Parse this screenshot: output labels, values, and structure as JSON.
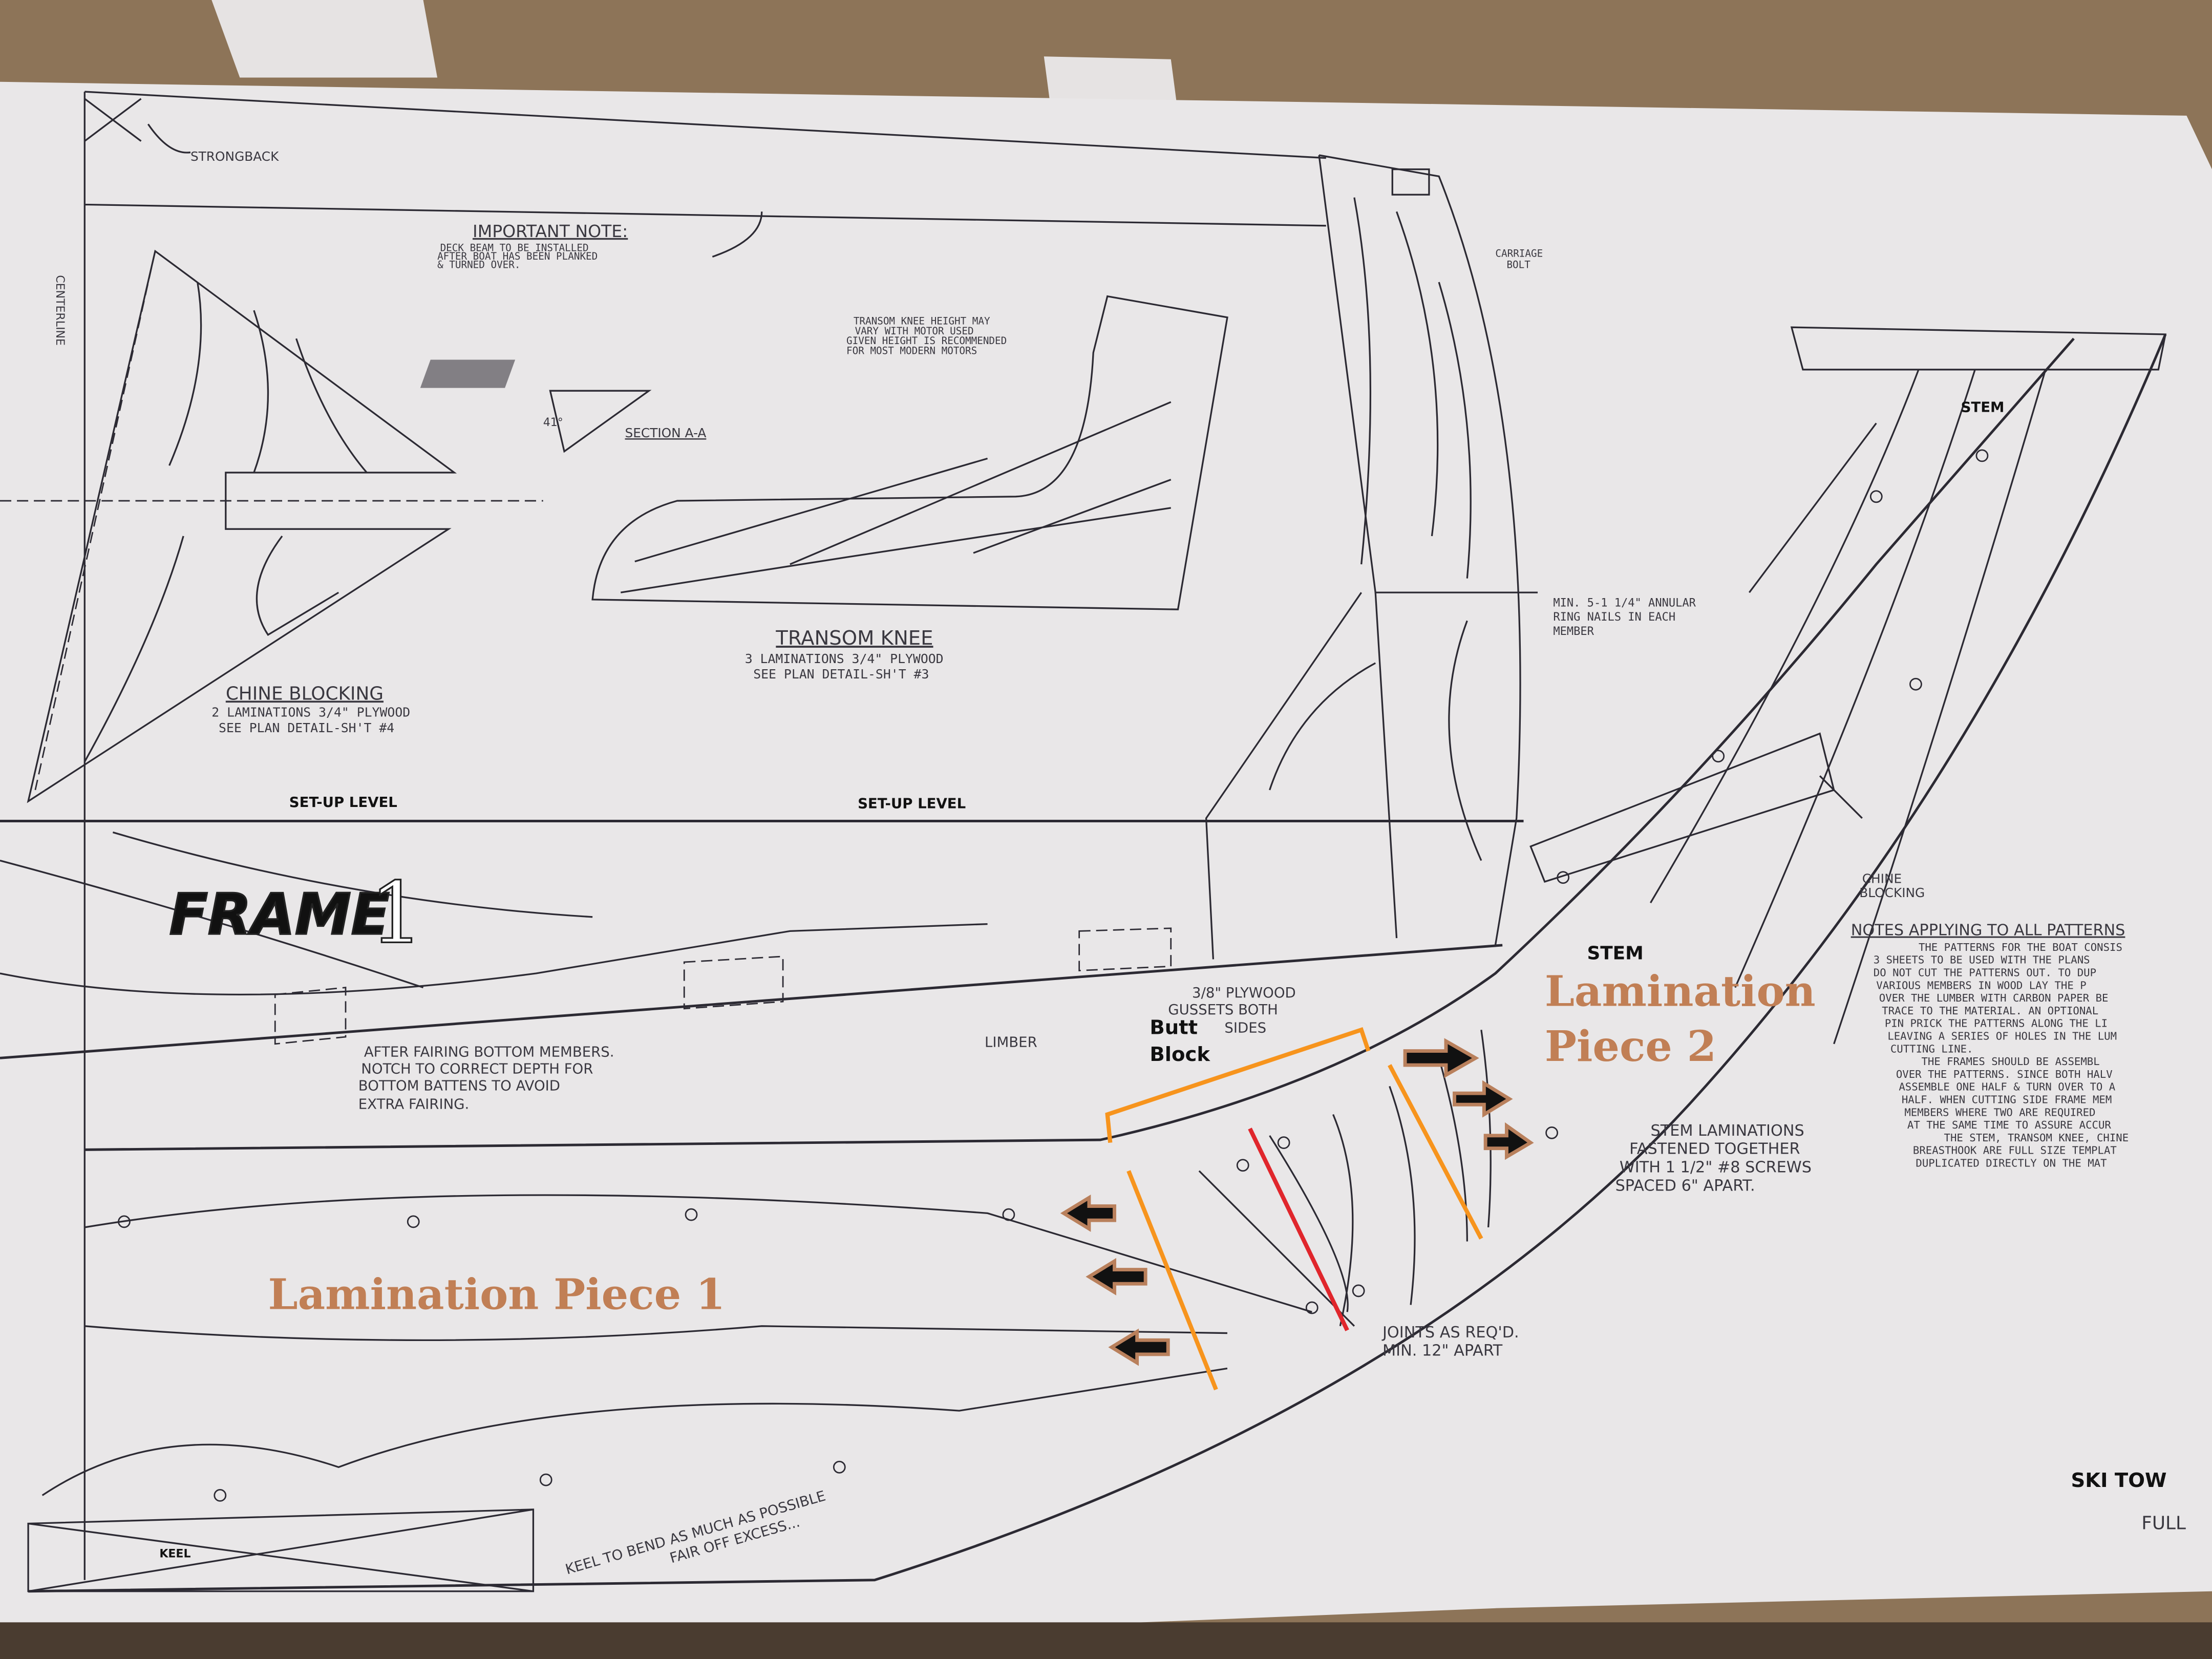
{
  "colors": {
    "paper": "#e9e7e8",
    "wood": "#8d7458",
    "ink": "#2c2a33",
    "orange_annotation": "#f7941d",
    "red_joint": "#e0262c",
    "lamination_label": "#c17f55",
    "arrow_outline": "#b9805c"
  },
  "drawing": {
    "strongback": "STRONGBACK",
    "centerline": "CENTERLINE",
    "important_note": {
      "title": "IMPORTANT NOTE:",
      "lines": [
        "DECK BEAM TO BE INSTALLED",
        "AFTER BOAT HAS BEEN PLANKED",
        "& TURNED OVER."
      ]
    },
    "carriage_bolt": [
      "CARRIAGE",
      "BOLT"
    ],
    "transom_knee_note": [
      "TRANSOM KNEE HEIGHT MAY",
      "VARY WITH MOTOR USED",
      "GIVEN HEIGHT IS RECOMMENDED",
      "FOR MOST MODERN MOTORS"
    ],
    "section": {
      "angle": "41°",
      "label": "SECTION A-A"
    },
    "transom_knee": {
      "title": "TRANSOM KNEE",
      "lines": [
        "3 LAMINATIONS 3/4\" PLYWOOD",
        "SEE PLAN DETAIL-SH'T #3"
      ]
    },
    "chine_blocking_left": {
      "title": "CHINE BLOCKING",
      "lines": [
        "2 LAMINATIONS 3/4\" PLYWOOD",
        "SEE PLAN DETAIL-SH'T #4"
      ]
    },
    "ring_nails": [
      "MIN. 5-1 1/4\" ANNULAR",
      "RING NAILS IN EACH",
      "MEMBER"
    ],
    "stem_top": "STEM",
    "stem_mid": "STEM",
    "setup_level_1": "SET-UP LEVEL",
    "setup_level_2": "SET-UP LEVEL",
    "frame_title": "FRAME",
    "frame_number": "1",
    "chine_blocking_right": [
      "CHINE",
      "BLOCKING"
    ],
    "gussets": [
      "3/8\" PLYWOOD",
      "GUSSETS BOTH",
      "SIDES"
    ],
    "limber": "LIMBER",
    "fairing_note": [
      "AFTER FAIRING BOTTOM MEMBERS.",
      "NOTCH TO CORRECT DEPTH FOR",
      "BOTTOM BATTENS TO AVOID",
      "EXTRA FAIRING."
    ],
    "stem_laminations": [
      "STEM LAMINATIONS",
      "FASTENED TOGETHER",
      "WITH 1 1/2\" #8 SCREWS",
      "SPACED 6\" APART."
    ],
    "joints": [
      "JOINTS AS REQ'D.",
      "MIN. 12\" APART"
    ],
    "keel_note": [
      "KEEL TO BEND AS MUCH AS POSSIBLE",
      "FAIR OFF EXCESS..."
    ],
    "keel_label": "KEEL",
    "notes": {
      "title": "NOTES APPLYING TO ALL PATTERNS",
      "lines": [
        "THE PATTERNS FOR THE BOAT CONSIS",
        "3 SHEETS TO BE USED WITH THE PLANS",
        "DO NOT CUT THE PATTERNS OUT. TO DUP",
        "VARIOUS MEMBERS IN WOOD LAY THE P",
        "OVER THE LUMBER WITH CARBON PAPER BE",
        "TRACE TO THE MATERIAL. AN OPTIONAL",
        "PIN PRICK THE PATTERNS ALONG THE LI",
        "LEAVING A SERIES OF HOLES IN THE LUM",
        "CUTTING LINE.",
        "THE FRAMES SHOULD BE ASSEMBL",
        "OVER THE PATTERNS. SINCE BOTH HALV",
        "ASSEMBLE ONE HALF & TURN OVER TO A",
        "HALF. WHEN CUTTING SIDE FRAME MEM",
        "MEMBERS WHERE TWO ARE REQUIRED",
        "AT THE SAME TIME TO ASSURE ACCUR",
        "THE STEM, TRANSOM KNEE, CHINE",
        "BREASTHOOK ARE FULL SIZE TEMPLAT",
        "DUPLICATED DIRECTLY ON THE MAT"
      ]
    },
    "title_block": [
      "SKI TOW",
      "FULL"
    ]
  },
  "annotations": {
    "butt_block": [
      "Butt",
      "Block"
    ],
    "lamination_1": "Lamination Piece 1",
    "lamination_2": [
      "Lamination",
      "Piece 2"
    ]
  }
}
